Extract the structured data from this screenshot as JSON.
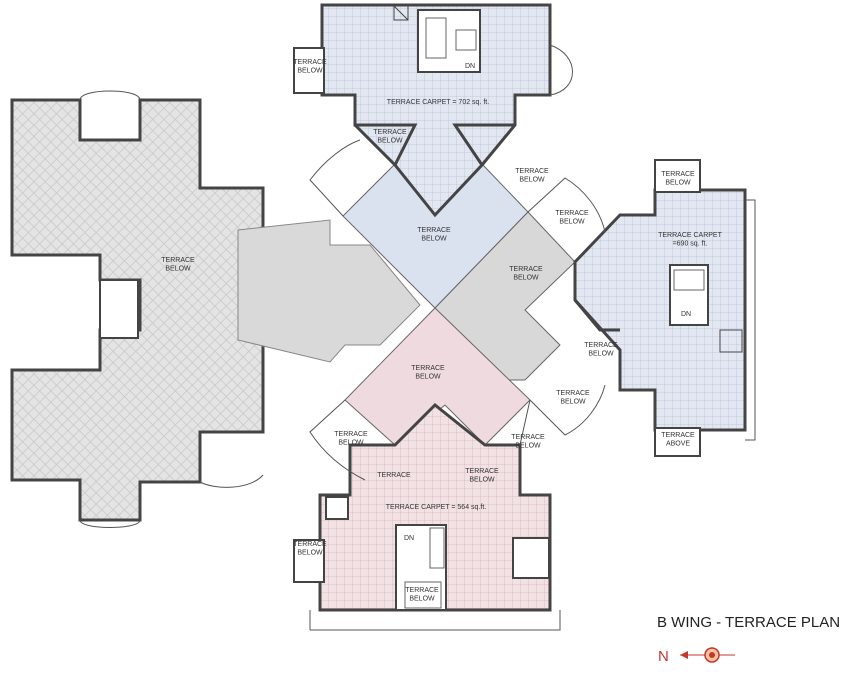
{
  "plan_title": "B WING - TERRACE PLAN",
  "north_label": "N",
  "labels": {
    "left_block": "TERRACE\nBELOW",
    "top_carpet": "TERRACE CARPET = 702 sq. ft.",
    "top_dn": "DN",
    "top_left_small": "TERRACE\nBELOW",
    "top_inner_left": "TERRACE\nBELOW",
    "blue_center": "TERRACE\nBELOW",
    "top_right_wedge": "TERRACE\nBELOW",
    "right_wedge_upper": "TERRACE\nBELOW",
    "right_top_small": "TERRACE\nBELOW",
    "right_carpet": "TERRACE CARPET\n=690 sq. ft.",
    "right_dn": "DN",
    "grey_right": "TERRACE\nBELOW",
    "right_wedge_mid": "TERRACE\nBELOW",
    "right_wedge_lower": "TERRACE\nBELOW",
    "right_bottom_small": "TERRACE\nABOVE",
    "bottom_right_wedge": "TERRACE\nBELOW",
    "pink_center": "TERRACE\nBELOW",
    "bottom_left_wedge": "TERRACE\nBELOW",
    "bottom_inner_left": "TERRACE",
    "bottom_inner_right": "TERRACE\nBELOW",
    "bottom_carpet": "TERRACE CARPET = 564 sq.ft.",
    "bottom_dn": "DN",
    "bottom_left_small": "TERRACE\nBELOW",
    "bottom_stair_below": "TERRACE\nBELOW"
  },
  "colors": {
    "blue_fill": "#dfe5f0",
    "pink_fill": "#f0dcdf",
    "grey_fill": "#d9d9d9",
    "hatch_fill": "#e6e6e6",
    "wall": "#444444",
    "north_accent": "#c0392b"
  }
}
